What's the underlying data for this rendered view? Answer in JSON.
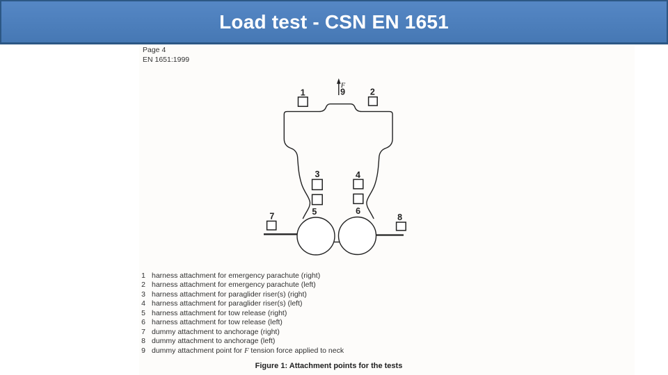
{
  "slide": {
    "title": "Load test - CSN EN 1651"
  },
  "document": {
    "page_label": "Page 4",
    "standard_label": "EN 1651:1999",
    "figure": {
      "force_symbol": "F",
      "point_labels": {
        "p1": "1",
        "p2": "2",
        "p3": "3",
        "p4": "4",
        "p5": "5",
        "p6": "6",
        "p7": "7",
        "p8": "8",
        "p9": "9"
      }
    },
    "legend": {
      "items": [
        {
          "num": "1",
          "text": "harness attachment for emergency parachute (right)"
        },
        {
          "num": "2",
          "text": "harness attachment for emergency parachute (left)"
        },
        {
          "num": "3",
          "text": "harness attachment for paraglider riser(s) (right)"
        },
        {
          "num": "4",
          "text": "harness attachment for paraglider riser(s) (left)"
        },
        {
          "num": "5",
          "text": "harness attachment for tow release (right)"
        },
        {
          "num": "6",
          "text": "harness attachment for tow release (left)"
        },
        {
          "num": "7",
          "text": "dummy attachment to anchorage (right)"
        },
        {
          "num": "8",
          "text": "dummy attachment to anchorage (left)"
        },
        {
          "num": "9",
          "pre": "dummy attachment point for ",
          "sym": "F",
          "post": " tension force applied to neck"
        }
      ]
    },
    "caption": "Figure 1: Attachment points for the tests"
  },
  "colors": {
    "banner_fill": "#4a7ebb",
    "banner_border": "#2c5784",
    "title_text": "#ffffff",
    "ink": "#222222"
  }
}
